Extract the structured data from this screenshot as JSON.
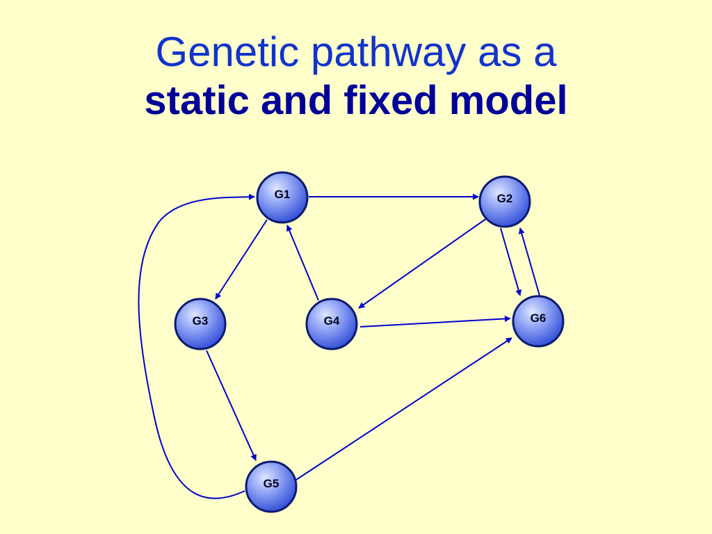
{
  "slide": {
    "title_line1": "Genetic pathway as a",
    "title_line2": "static and fixed model"
  },
  "diagram": {
    "nodes": [
      {
        "id": "G1",
        "label": "G1"
      },
      {
        "id": "G2",
        "label": "G2"
      },
      {
        "id": "G3",
        "label": "G3"
      },
      {
        "id": "G4",
        "label": "G4"
      },
      {
        "id": "G5",
        "label": "G5"
      },
      {
        "id": "G6",
        "label": "G6"
      }
    ],
    "edges": [
      {
        "from": "G1",
        "to": "G2"
      },
      {
        "from": "G1",
        "to": "G3"
      },
      {
        "from": "G4",
        "to": "G1"
      },
      {
        "from": "G2",
        "to": "G4"
      },
      {
        "from": "G2",
        "to": "G6"
      },
      {
        "from": "G6",
        "to": "G2"
      },
      {
        "from": "G4",
        "to": "G6"
      },
      {
        "from": "G3",
        "to": "G5"
      },
      {
        "from": "G5",
        "to": "G6"
      },
      {
        "from": "G5",
        "to": "G1"
      }
    ]
  },
  "colors": {
    "background": "#ffffcc",
    "title": "#1133cc",
    "title_bold": "#000099",
    "edge": "#0000cc",
    "node_fill_light": "#c8d4ff",
    "node_fill_dark": "#3f5de0",
    "node_stroke": "#0a1a70"
  }
}
